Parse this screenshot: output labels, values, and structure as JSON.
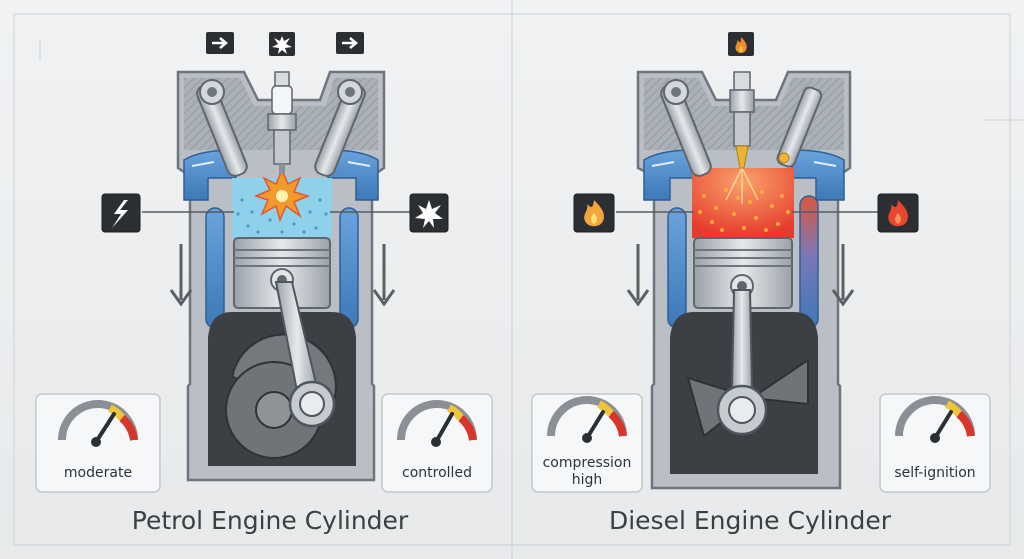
{
  "petrol": {
    "title": "Petrol Engine Cylinder",
    "gauge_left_label": "moderate",
    "gauge_right_label": "controlled",
    "top_icons": [
      "arrow-right-icon",
      "spark-icon",
      "arrow-right-icon"
    ],
    "side_icons": [
      "spark-icon",
      "spark-icon"
    ]
  },
  "diesel": {
    "title": "Diesel Engine Cylinder",
    "gauge_left_label": "compression high",
    "gauge_right_label": "self-ignition",
    "top_icons": [
      "flame-icon"
    ],
    "side_icons": [
      "flame-icon",
      "flame-icon"
    ]
  },
  "colors": {
    "coolant": "#4a86c8",
    "petrol_charge": "#8fd0ea",
    "diesel_charge": "#ec4a36",
    "metal": "#b7bdc3",
    "crankcase": "#3c4044"
  }
}
